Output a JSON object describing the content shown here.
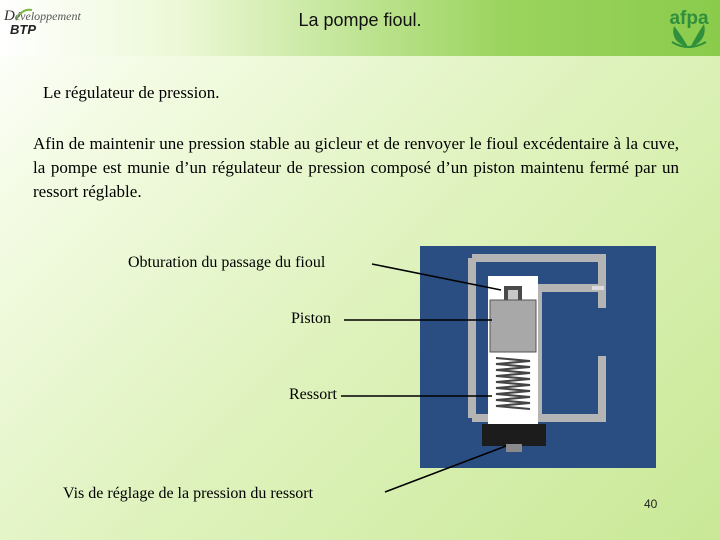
{
  "header": {
    "title": "La pompe fioul.",
    "logo_left_line1_cap": "D",
    "logo_left_line1_rest": "éveloppement",
    "logo_left_line2": "BTP",
    "logo_right_text": "afpa",
    "band_color": "#8acb4c"
  },
  "content": {
    "subtitle": "Le régulateur de pression.",
    "paragraph": "Afin de maintenir une pression stable au gicleur et  de renvoyer le fioul excédentaire à la cuve, la pompe est munie d’un régulateur de pression composé d’un piston maintenu fermé par un ressort réglable."
  },
  "diagram": {
    "labels": {
      "obturation": "Obturation du passage du fioul",
      "piston": "Piston",
      "ressort": "Ressort",
      "vis": "Vis de réglage de la pression du ressort"
    },
    "colors": {
      "background": "#2a4e82",
      "channel": "#b4b4b4",
      "piston": "#a8a8a8",
      "spring": "#ffffff"
    }
  },
  "footer": {
    "page_number": "40"
  }
}
